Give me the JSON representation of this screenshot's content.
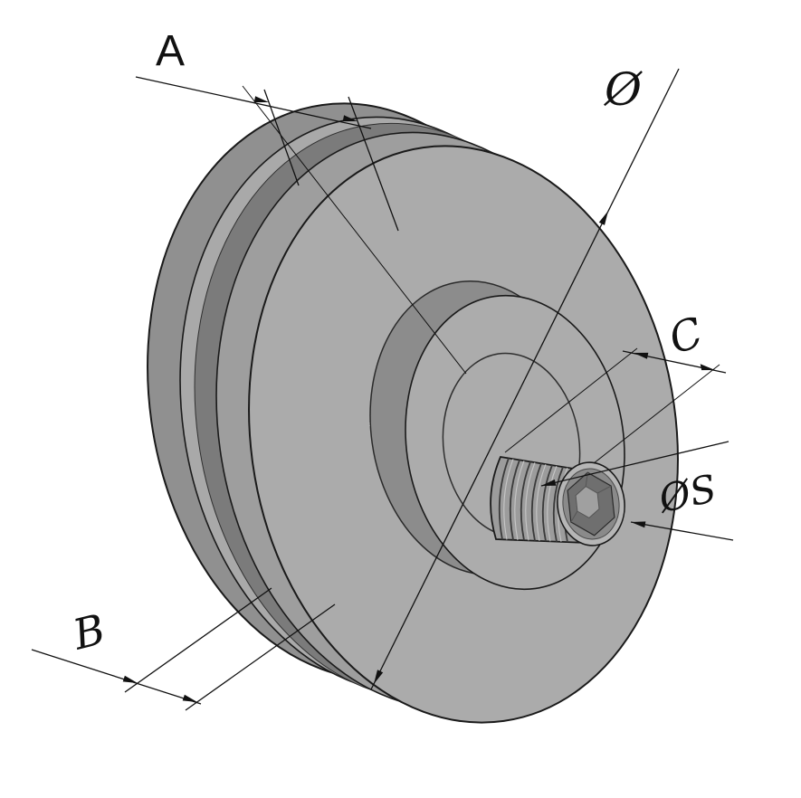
{
  "drawing": {
    "kind": "isometric technical drawing",
    "dimensions": {
      "groove_width": {
        "label": "A"
      },
      "outer_diameter": {
        "label": "Ø"
      },
      "stud_length": {
        "label": "C"
      },
      "socket_size": {
        "label": "ØS"
      },
      "overall_width": {
        "label": "B"
      }
    },
    "colors": {
      "background": "#ffffff",
      "body": "#ababab",
      "body_rim": "#9e9e9e",
      "groove_shadow": "#7b7b7b",
      "flange_shadow": "#909090",
      "outline": "#1a1a1a",
      "dimension": "#111111"
    }
  }
}
